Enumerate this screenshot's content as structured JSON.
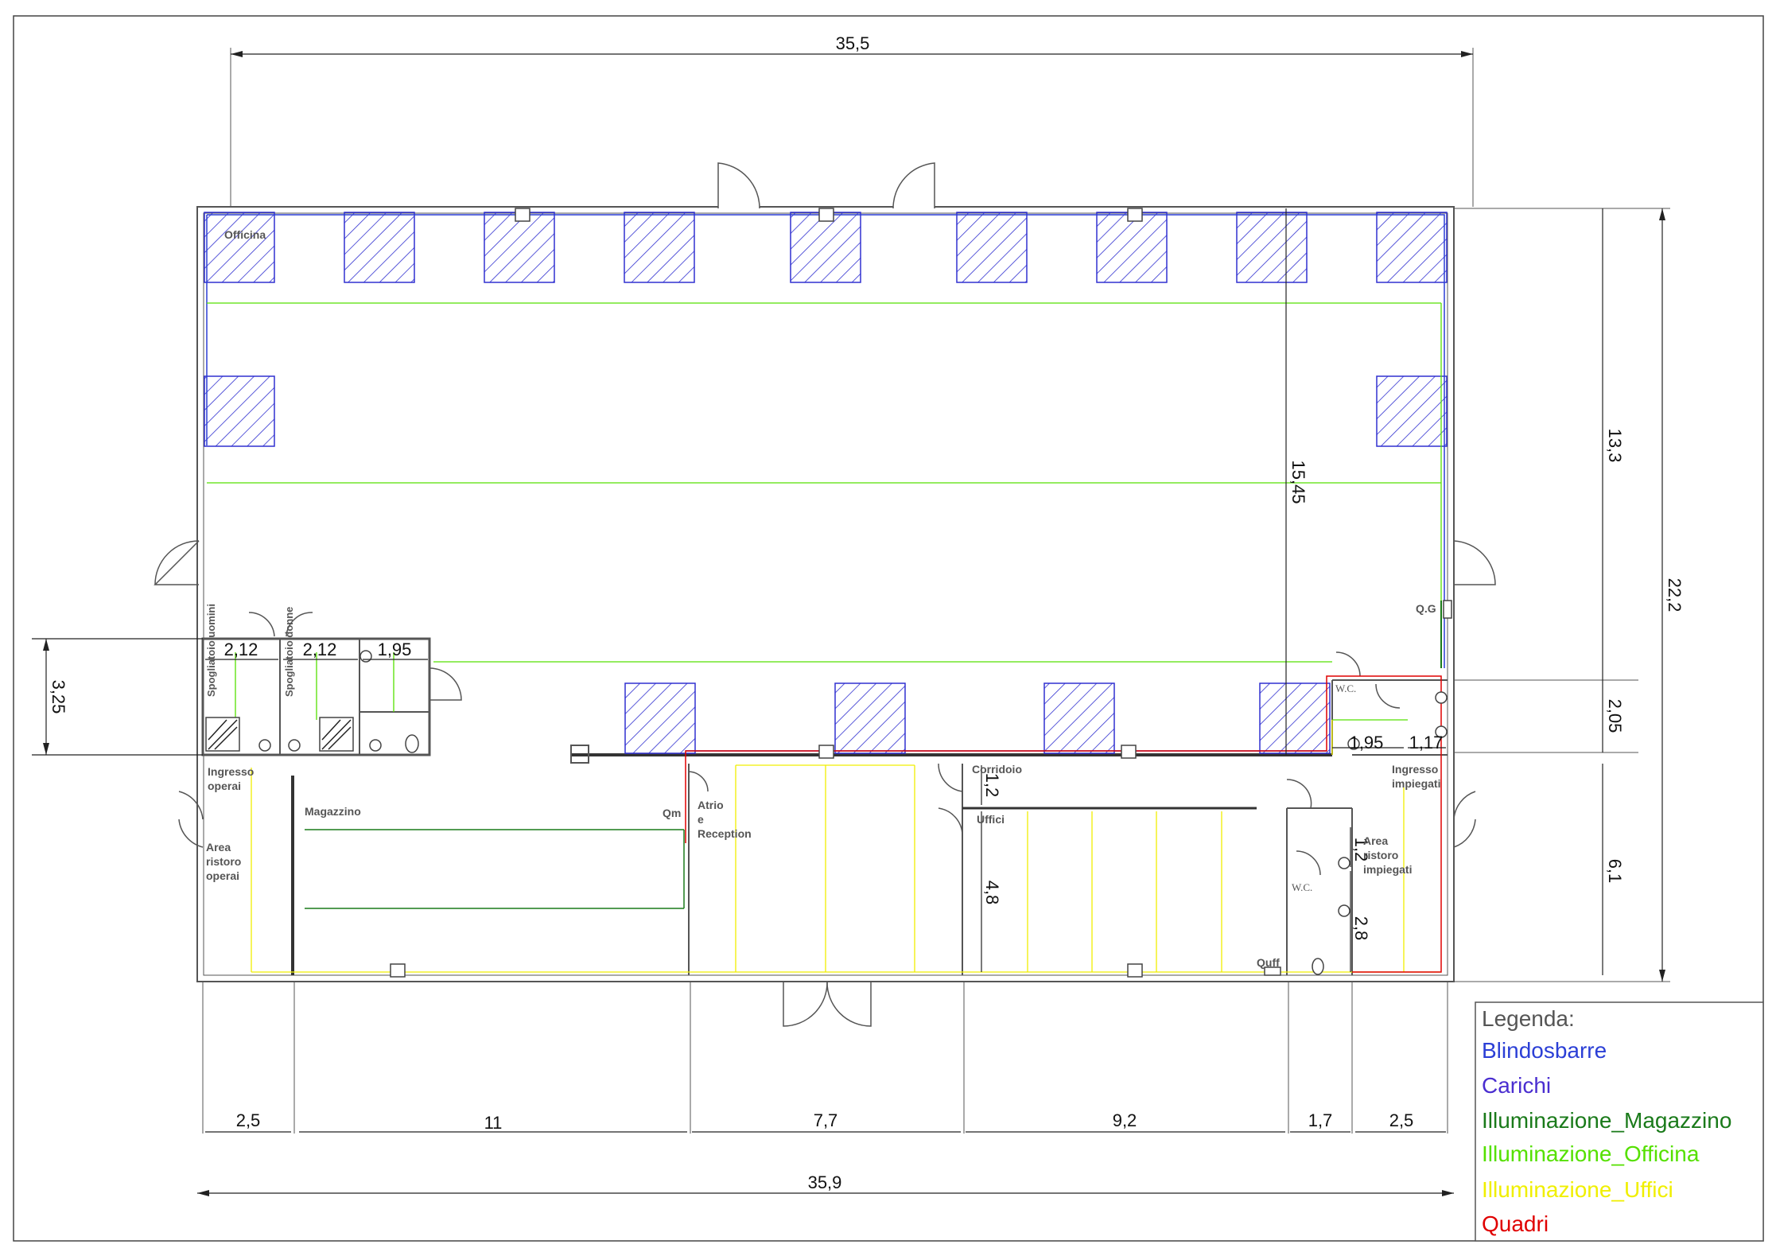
{
  "colors": {
    "blindosbarre": "#2b3fd6",
    "carichi": "#4a2ed0",
    "illuminazione_magazzino": "#1a7a1a",
    "illuminazione_officina": "#55e000",
    "illuminazione_uffici": "#f0ef00",
    "quadri": "#e00000",
    "wall": "#555555",
    "dimension": "#222222",
    "hatch": "#3030d0"
  },
  "legend": {
    "title": "Legenda:",
    "items": [
      {
        "label": "Blindosbarre",
        "color": "#2b3fd6"
      },
      {
        "label": "Carichi",
        "color": "#4a2ed0"
      },
      {
        "label": "Illuminazione_Magazzino",
        "color": "#1a7a1a"
      },
      {
        "label": "Illuminazione_Officina",
        "color": "#55e000"
      },
      {
        "label": "Illuminazione_Uffici",
        "color": "#f0ef00"
      },
      {
        "label": "Quadri",
        "color": "#e00000"
      }
    ]
  },
  "dimensions": {
    "top_total": "35,5",
    "bottom_total": "35,9",
    "right_total": "22,2",
    "right_upper": "13,3",
    "right_mid": "2,05",
    "right_lower": "6,1",
    "left_locker": "3,25",
    "inner_height": "15,45",
    "bottom_segments": [
      "2,5",
      "11",
      "7,7",
      "9,2",
      "1,7",
      "2,5"
    ],
    "locker_widths": [
      "2,12",
      "2,12",
      "1,95"
    ],
    "wc_widths": [
      "1,95",
      "1,17"
    ],
    "corridor": "1,2",
    "offices": "4,8",
    "ristoro_small": "1,2",
    "ristoro_height": "2,8"
  },
  "rooms": {
    "officina": "Officina",
    "spogliatoio_uomini": "Spogliatoio uomini",
    "spogliatoio_donne": "Spogliatoio donne",
    "ingresso_operai": [
      "Ingresso",
      "operai"
    ],
    "magazzino": "Magazzino",
    "area_ristoro_operai": [
      "Area",
      "ristoro",
      "operai"
    ],
    "atrio": [
      "Atrio",
      "e",
      "Reception"
    ],
    "qm": "Qm",
    "corridoio": "Corridoio",
    "uffici": "Uffici",
    "wc_top": "W.C.",
    "wc_bottom": "W.C.",
    "area_ristoro_impiegati": [
      "Area",
      "ristoro",
      "impiegati"
    ],
    "ingresso_impiegati": [
      "Ingresso",
      "impiegati"
    ],
    "qg": "Q.G",
    "quff": "Quff"
  }
}
